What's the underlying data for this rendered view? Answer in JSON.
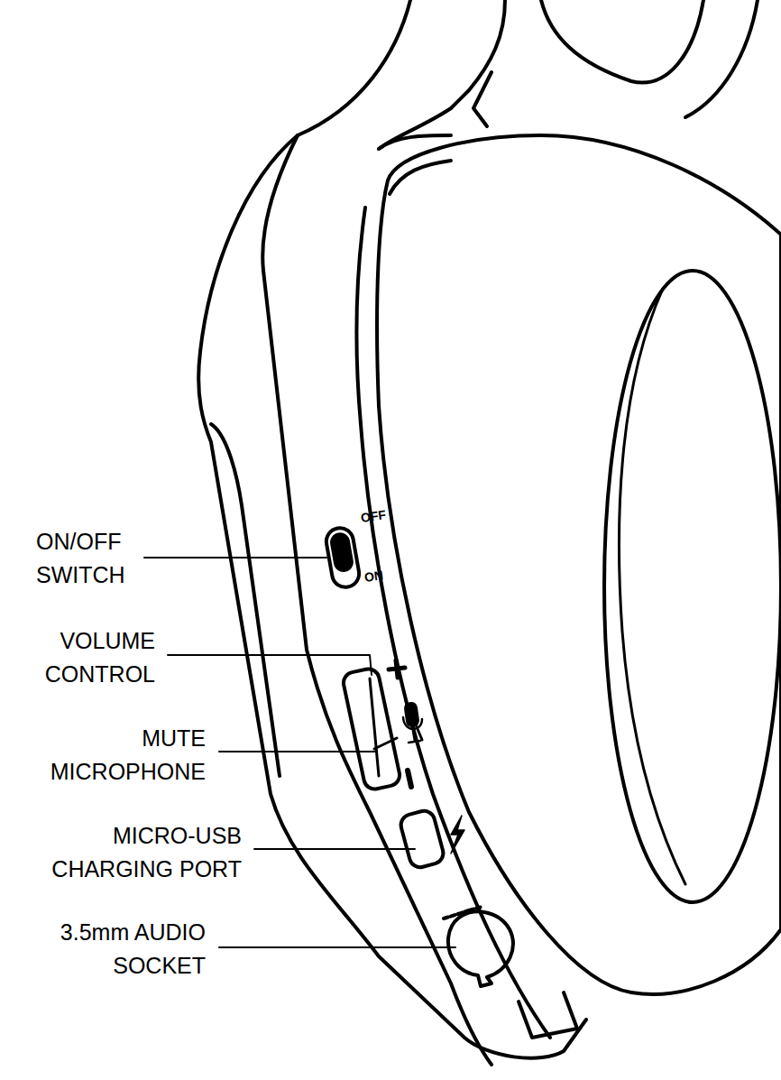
{
  "diagram": {
    "labels": [
      "ON/OFF SWITCH",
      "VOLUME CONTROL",
      "MUTE MICROPHONE",
      "MICRO-USB CHARGING PORT",
      "3.5mm AUDIO SOCKET",
      "OFF",
      "ON"
    ]
  }
}
